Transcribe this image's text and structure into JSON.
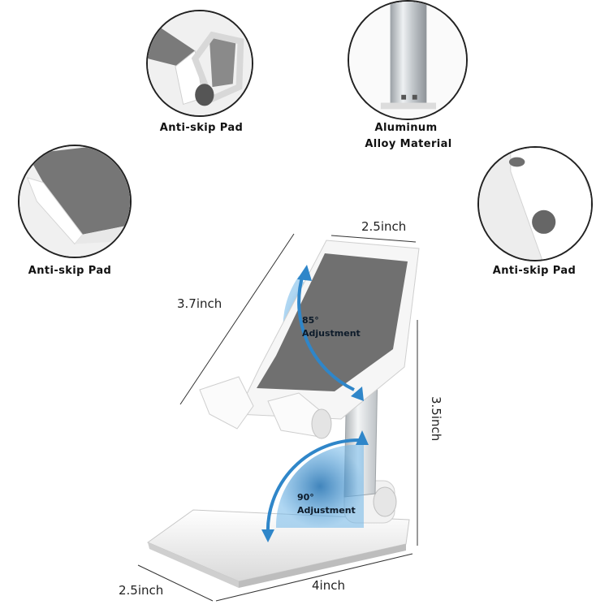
{
  "callouts": {
    "top_left": {
      "label": "Anti-skip Pad",
      "icon": "anti-skip-pad-icon"
    },
    "top_center": {
      "label_line1": "Aluminum",
      "label_line2": "Alloy Material",
      "icon": "aluminum-tube-icon"
    },
    "middle_left": {
      "label": "Anti-skip Pad",
      "icon": "anti-skip-pad-icon"
    },
    "middle_right": {
      "label": "Anti-skip Pad",
      "icon": "anti-skip-pad-icon"
    }
  },
  "dimensions": {
    "holder_width": "2.5inch",
    "holder_height": "3.7inch",
    "stand_height": "3.5inch",
    "base_depth": "2.5inch",
    "base_width": "4inch"
  },
  "adjustments": {
    "upper": {
      "angle": "85°",
      "label": "Adjustment"
    },
    "lower": {
      "angle": "90°",
      "label": "Adjustment"
    }
  },
  "colors": {
    "pad_gray": "#6e6e6e",
    "body_white": "#f4f4f4",
    "aluminum": "#cfd3d6",
    "accent_blue": "#2f86c9"
  }
}
